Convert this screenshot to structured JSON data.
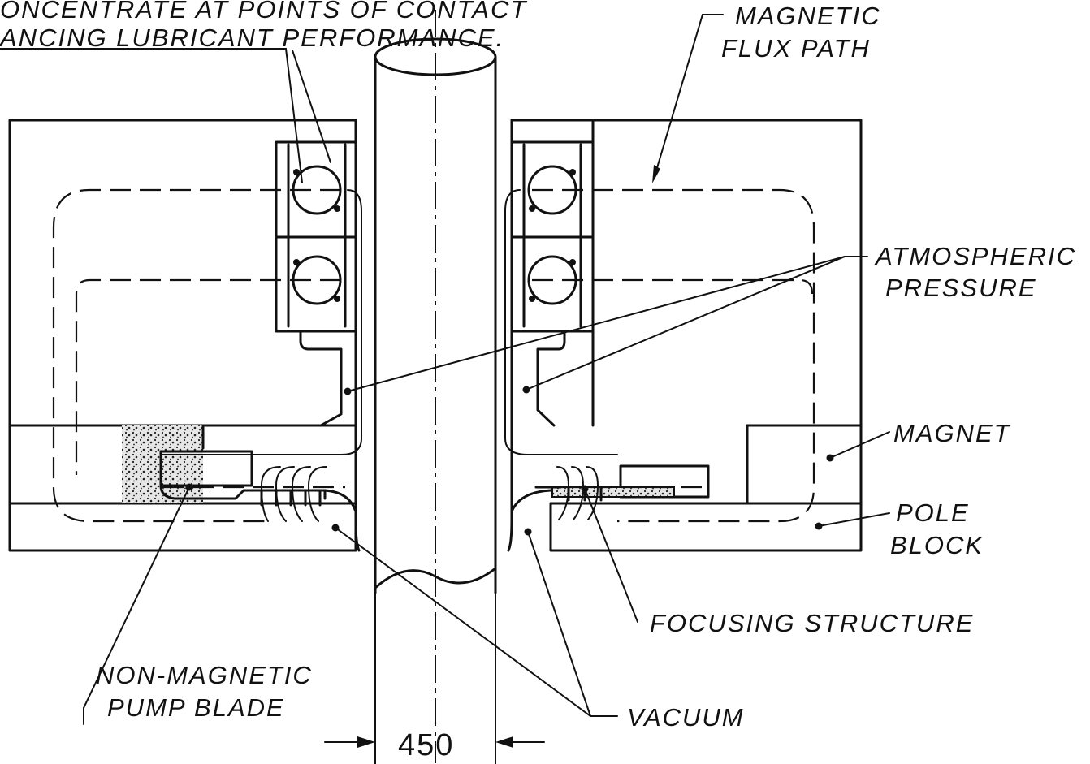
{
  "labels": {
    "top_note_line1": "ONCENTRATE AT POINTS OF CONTACT",
    "top_note_line2": "ANCING LUBRICANT PERFORMANCE.",
    "magnetic_flux_line1": "MAGNETIC",
    "magnetic_flux_line2": "FLUX PATH",
    "atmospheric_line1": "ATMOSPHERIC",
    "atmospheric_line2": "PRESSURE",
    "magnet": "MAGNET",
    "pole_line1": "POLE",
    "pole_line2": "BLOCK",
    "focusing": "FOCUSING STRUCTURE",
    "pump_line1": "NON-MAGNETIC",
    "pump_line2": "PUMP BLADE",
    "vacuum": "VACUUM",
    "dimension": "450"
  }
}
